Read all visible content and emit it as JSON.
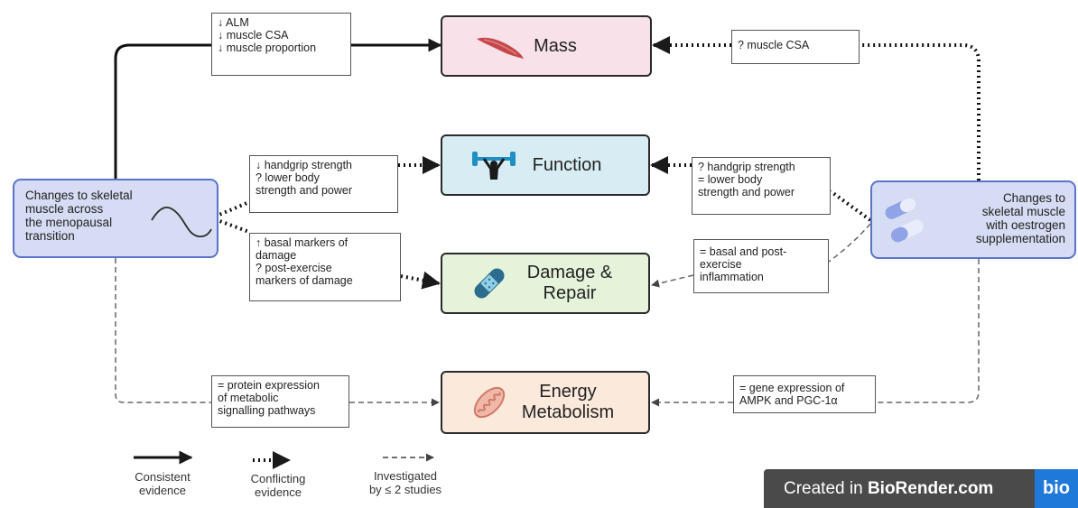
{
  "outcomes": {
    "mass": "Mass",
    "function": "Function",
    "damage": "Damage &\nRepair",
    "energy": "Energy\nMetabolism"
  },
  "sources": {
    "menopause": "Changes to skeletal\nmuscle across\nthe menopausal\ntransition",
    "oestrogen": "Changes to\nskeletal muscle\nwith oestrogen\nsupplementation"
  },
  "left_notes": {
    "mass": "↓ ALM\n↓ muscle CSA\n↓ muscle proportion",
    "function": "↓ handgrip strength\n? lower body\nstrength and power",
    "damage": "↑ basal markers of\ndamage\n? post-exercise\nmarkers of damage",
    "energy": "= protein expression\nof metabolic\nsignalling pathways"
  },
  "right_notes": {
    "mass": "? muscle CSA",
    "function": "? handgrip strength\n= lower body\nstrength and power",
    "damage": "= basal and post-\nexercise\ninflammation",
    "energy": "= gene expression of\nAMPK and PGC-1α"
  },
  "legend": {
    "consistent": "Consistent\nevidence",
    "conflicting": "Conflicting\nevidence",
    "investigated": "Investigated\nby ≤ 2 studies"
  },
  "banner": {
    "prefix": "Created in ",
    "brand": "BioRender.com",
    "logo": "bio"
  },
  "colors": {
    "mass_fill": "#f8e1e9",
    "function_fill": "#d7edf3",
    "damage_fill": "#e4f3da",
    "energy_fill": "#fbe9dc",
    "source_fill": "#d5dcf3",
    "source_border": "#5b74c9",
    "muscle_icon": "#c4484a",
    "dumbbell_icon": "#1f8fc4",
    "bandage_icon": "#2c6d8d",
    "mitochondria_icon": "#cf7a68"
  }
}
